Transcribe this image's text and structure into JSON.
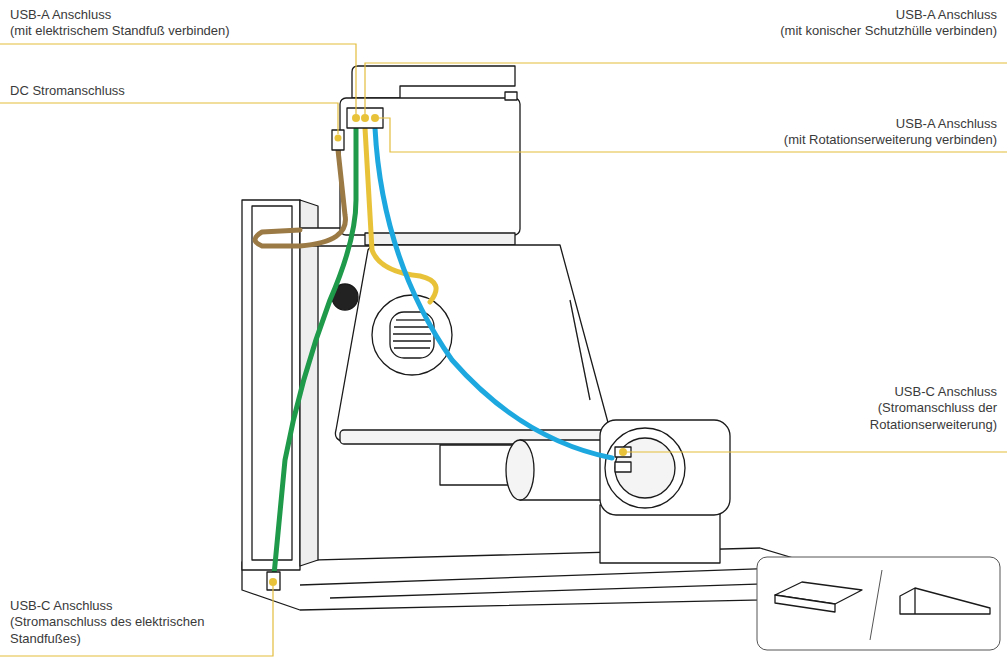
{
  "diagram": {
    "labels": [
      "USB-A Anschluss",
      "(mit elektrischem Standfuß verbinden)",
      "USB-A Anschluss",
      "(mit konischer Schutzhülle verbinden)",
      "DC Stromanschluss",
      "USB-A Anschluss",
      "(mit Rotationserweiterung verbinden)",
      "USB-C Anschluss",
      "(Stromanschluss der Rotationserweiterung)",
      "USB-C Anschluss",
      "(Stromanschluss des elektrischen Standfußes)"
    ]
  }
}
